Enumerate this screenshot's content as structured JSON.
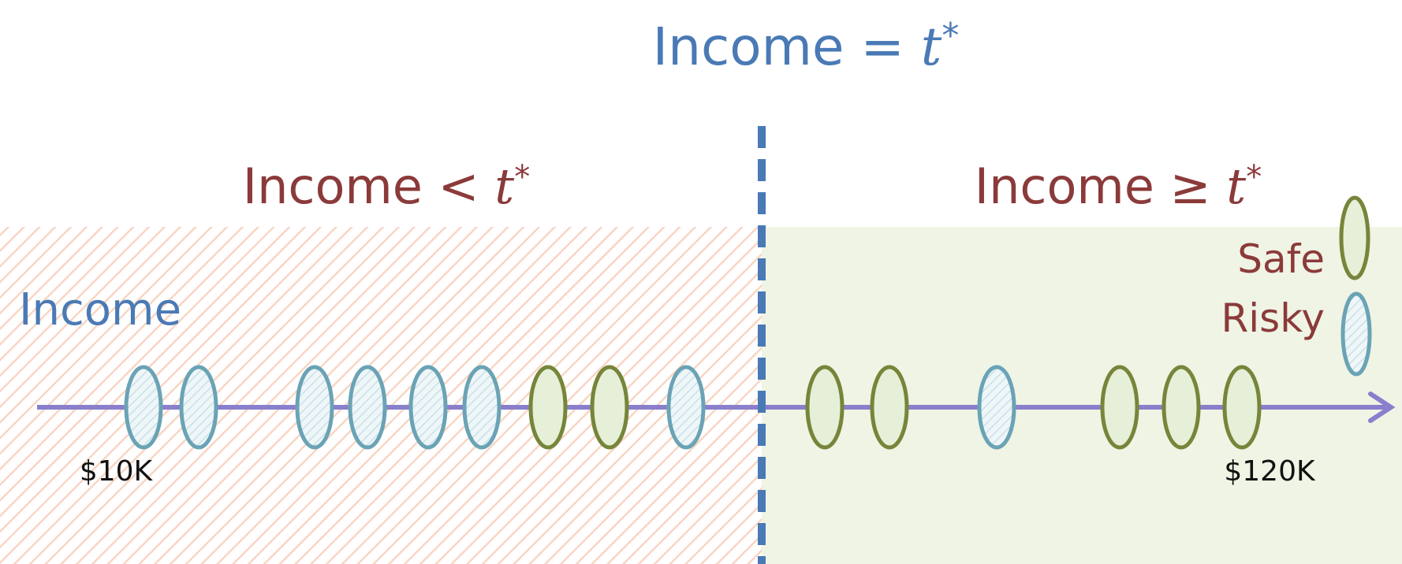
{
  "title": {
    "prefix": "Income = ",
    "var": "t",
    "sup": "*"
  },
  "regions": {
    "left": {
      "prefix": "Income < ",
      "var": "t",
      "sup": "*"
    },
    "right": {
      "prefix": "Income ≥ ",
      "var": "t",
      "sup": "*"
    }
  },
  "axis": {
    "label": "Income",
    "tick_labels": [
      "$10K",
      "$120K"
    ]
  },
  "legend": [
    {
      "label": "Safe",
      "class": "safe"
    },
    {
      "label": "Risky",
      "class": "risky"
    }
  ],
  "points_left": [
    "risky",
    "risky",
    "risky",
    "risky",
    "risky",
    "risky",
    "safe",
    "safe",
    "risky"
  ],
  "points_right": [
    "safe",
    "safe",
    "risky",
    "safe",
    "safe",
    "safe"
  ],
  "colors": {
    "title": "#4a7ab5",
    "region_label": "#8b3a3a",
    "axis": "#8a7fcc",
    "threshold": "#4a7ab5",
    "left_bg": "#fbe3d6",
    "right_bg": "#eef3e2",
    "risky_stroke": "#6aa3b5",
    "risky_fill": "#e9f3f6",
    "safe_stroke": "#76853a",
    "safe_fill": "#e6efd7"
  }
}
